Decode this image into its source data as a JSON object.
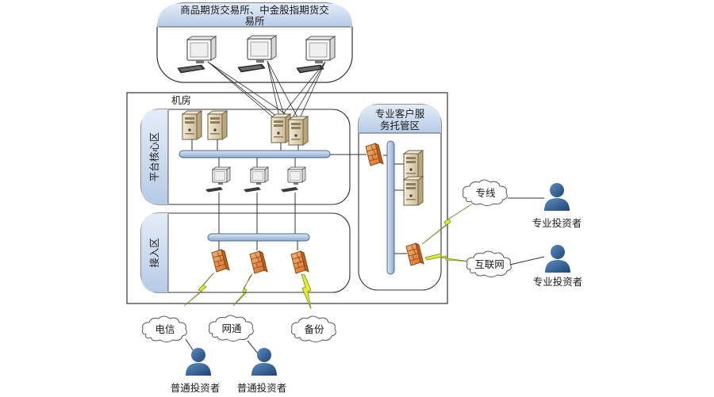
{
  "exchange": {
    "title_line1": "商品期货交易所、中金股指期货交",
    "title_line2": "易所"
  },
  "machine_room": {
    "title": "机房",
    "core_zone": {
      "label": "平台核心区"
    },
    "access_zone": {
      "label": "接入区"
    },
    "hosting_zone": {
      "label_line1": "专业客户服",
      "label_line2": "务托管区"
    }
  },
  "links": {
    "telecom": "电信",
    "netcom": "网通",
    "backup": "备份",
    "dedicated": "专线",
    "internet": "互联网"
  },
  "investors": {
    "pro_1": "专业投资者",
    "pro_2": "专业投资者",
    "retail_1": "普通投资者",
    "retail_2": "普通投资者"
  },
  "colors": {
    "zone_header": "#c9d8ee",
    "bus": "#b4c8e2",
    "firewall": "#e8893a",
    "lightning": "#e6ea2f",
    "person": "#2f5c8e"
  }
}
